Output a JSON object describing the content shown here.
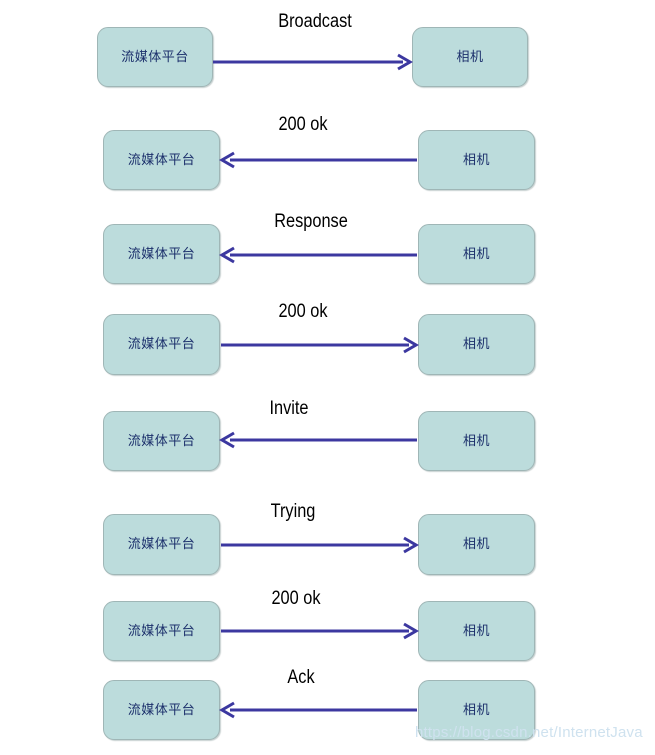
{
  "diagram": {
    "type": "sequence-diagram",
    "title": "",
    "actors": {
      "left": "流媒体平台",
      "right": "相机"
    },
    "arrow_color": "#3c38a0",
    "box_fill": "#bcdcdc",
    "box_border": "#9fb6b6",
    "label_color": "#1b2f6b",
    "rows": [
      {
        "label": "Broadcast",
        "direction": "right",
        "from": "流媒体平台",
        "to": "相机",
        "left_box": "流媒体平台",
        "right_box": "相机"
      },
      {
        "label": "200 ok",
        "direction": "left",
        "from": "相机",
        "to": "流媒体平台",
        "left_box": "流媒体平台",
        "right_box": "相机"
      },
      {
        "label": "Response",
        "direction": "left",
        "from": "相机",
        "to": "流媒体平台",
        "left_box": "流媒体平台",
        "right_box": "相机"
      },
      {
        "label": "200 ok",
        "direction": "right",
        "from": "流媒体平台",
        "to": "相机",
        "left_box": "流媒体平台",
        "right_box": "相机"
      },
      {
        "label": "Invite",
        "direction": "left",
        "from": "相机",
        "to": "流媒体平台",
        "left_box": "流媒体平台",
        "right_box": "相机"
      },
      {
        "label": "Trying",
        "direction": "right",
        "from": "流媒体平台",
        "to": "相机",
        "left_box": "流媒体平台",
        "right_box": "相机"
      },
      {
        "label": "200 ok",
        "direction": "right",
        "from": "流媒体平台",
        "to": "相机",
        "left_box": "流媒体平台",
        "right_box": "相机"
      },
      {
        "label": "Ack",
        "direction": "left",
        "from": "相机",
        "to": "流媒体平台",
        "left_box": "流媒体平台",
        "right_box": "相机"
      }
    ]
  },
  "watermark": {
    "text": "https://blog.csdn.net/InternetJava"
  }
}
